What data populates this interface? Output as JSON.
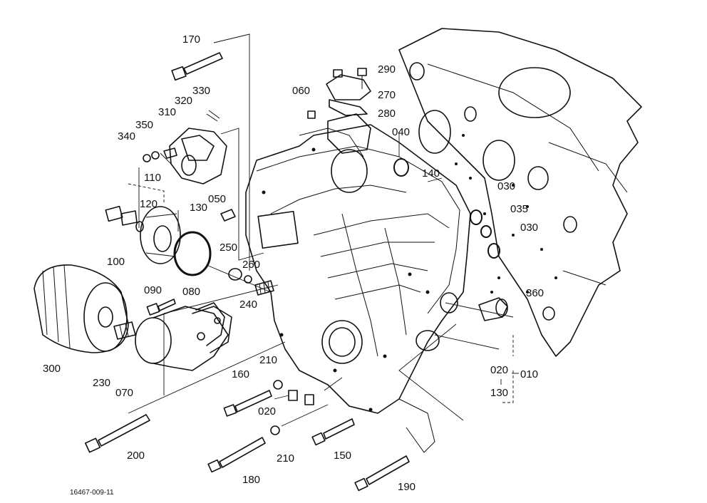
{
  "diagram": {
    "drawing_number": "16467-009-11",
    "callouts": {
      "p170": "170",
      "p330": "330",
      "p320": "320",
      "p310": "310",
      "p350": "350",
      "p340": "340",
      "p110": "110",
      "p120": "120",
      "p100": "100",
      "p130": "130",
      "p050": "050",
      "p250": "250",
      "p260": "260",
      "p240": "240",
      "p090": "090",
      "p080": "080",
      "p300": "300",
      "p230": "230",
      "p070": "070",
      "p200": "200",
      "p160": "160",
      "p210a": "210",
      "p020a": "020",
      "p180": "180",
      "p210b": "210",
      "p150": "150",
      "p190": "190",
      "p060": "060",
      "p290": "290",
      "p270": "270",
      "p280": "280",
      "p040": "040",
      "p140": "140",
      "p030a": "030",
      "p035": "035",
      "p030b": "030",
      "p360": "360",
      "p020b": "020",
      "p010": "010",
      "p130b": "130"
    }
  }
}
